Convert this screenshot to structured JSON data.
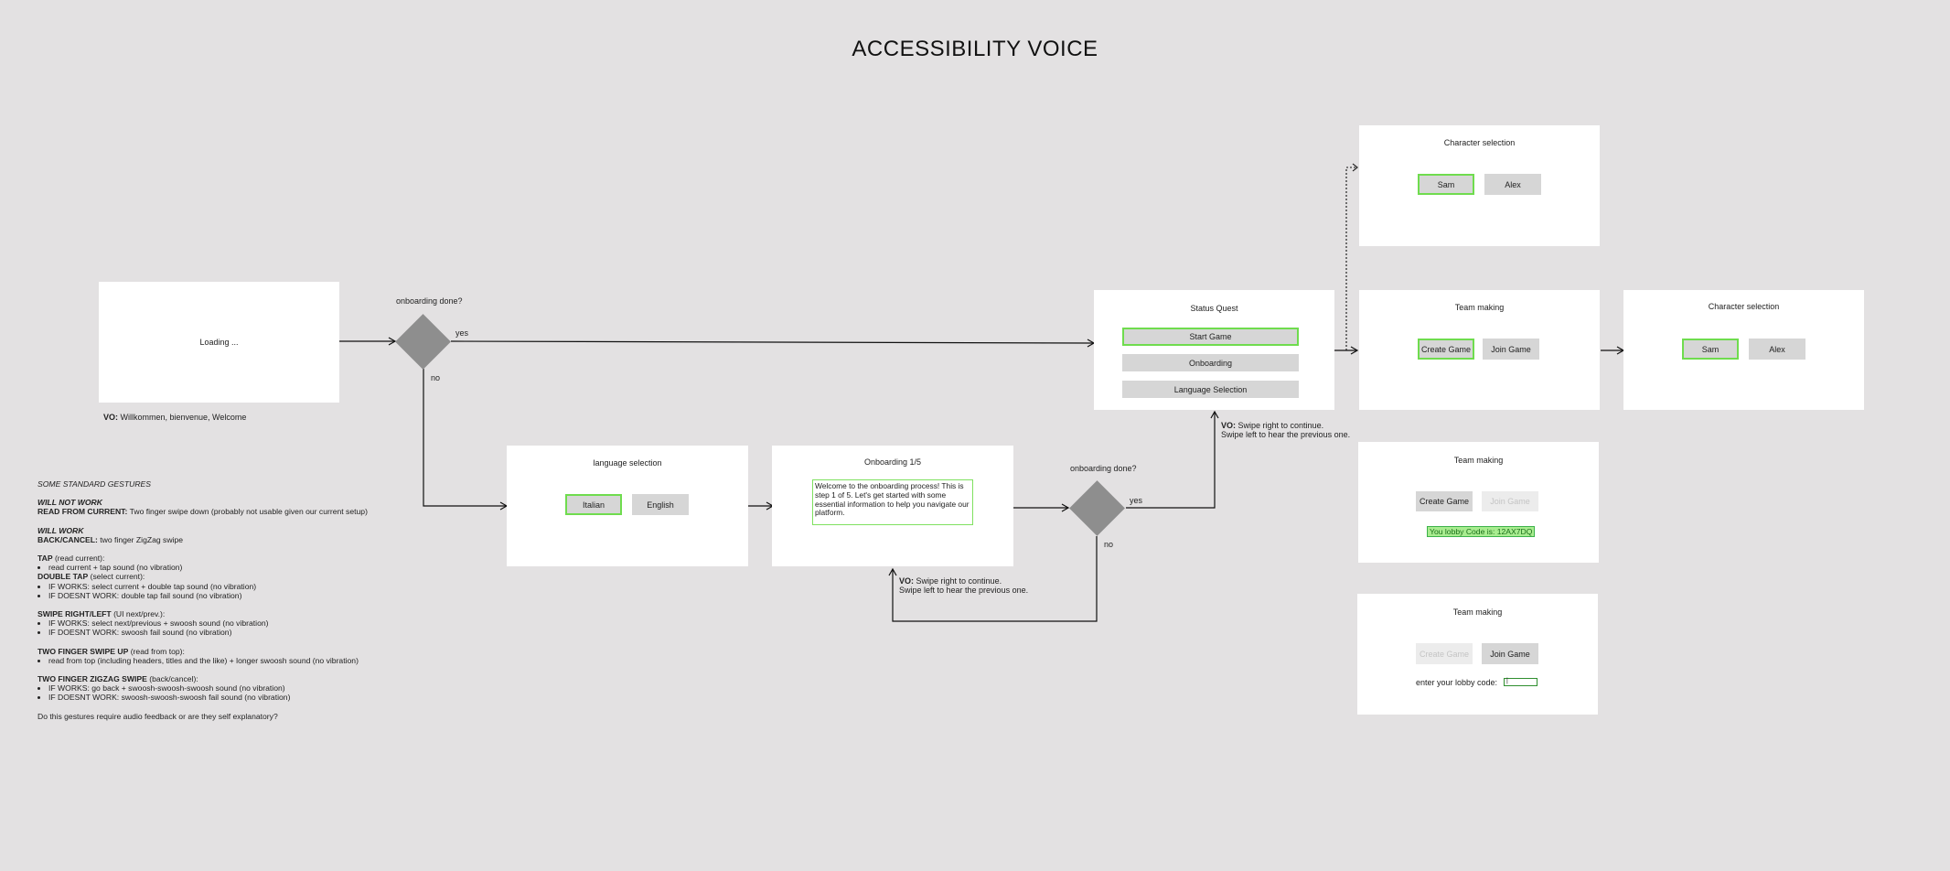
{
  "title": "ACCESSIBILITY VOICE",
  "loading": {
    "label": "Loading ..."
  },
  "vo_welcome": {
    "label": "VO:",
    "text": " Willkommen, bienvenue, Welcome"
  },
  "decision1": {
    "question": "onboarding done?",
    "yes": "yes",
    "no": "no"
  },
  "decision2": {
    "question": "onboarding done?",
    "yes": "yes",
    "no": "no"
  },
  "language_selection": {
    "title": "language selection",
    "italian": "Italian",
    "english": "English"
  },
  "onboarding": {
    "title": "Onboarding 1/5",
    "text": "Welcome to the onboarding process! This is step 1 of 5. Let's get started with some essential information to help you navigate our platform."
  },
  "vo_onboarding": {
    "label": "VO:",
    "line1": " Swipe right to continue.",
    "line2": "Swipe left to hear the previous one."
  },
  "status_quest": {
    "title": "Status Quest",
    "start": "Start Game",
    "onboarding": "Onboarding",
    "language": "Language Selection"
  },
  "vo_status": {
    "label": "VO:",
    "line1": " Swipe right to continue.",
    "line2": "Swipe left to hear the previous one."
  },
  "character_top": {
    "title": "Character selection",
    "sam": "Sam",
    "alex": "Alex"
  },
  "team_making_1": {
    "title": "Team making",
    "create": "Create Game",
    "join": "Join Game"
  },
  "character_right": {
    "title": "Character selection",
    "sam": "Sam",
    "alex": "Alex"
  },
  "team_making_2": {
    "title": "Team making",
    "create": "Create Game",
    "join": "Join Game",
    "lobby": "You lobby Code is: 12AX7DQ"
  },
  "team_making_3": {
    "title": "Team making",
    "create": "Create Game",
    "join": "Join Game",
    "enter_code": "enter your lobby code:"
  },
  "gestures": {
    "heading": "SOME STANDARD GESTURES",
    "will_not_work": "WILL NOT WORK",
    "read_current_label": "READ FROM CURRENT:",
    "read_current_text": " Two finger swipe down (probably not usable given our current setup)",
    "will_work": "WILL WORK",
    "back_cancel_label": "BACK/CANCEL:",
    "back_cancel_text": " two finger ZigZag swipe",
    "tap_label": "TAP",
    "tap_text": " (read current):",
    "tap_item": "read current + tap sound (no vibration)",
    "double_tap_label": "DOUBLE TAP",
    "double_tap_text": " (select current):",
    "double_tap_item1": "IF WORKS: select current + double tap sound (no vibration)",
    "double_tap_item2": "IF DOESNT WORK: double tap fail sound (no vibration)",
    "swipe_label": "SWIPE RIGHT/LEFT",
    "swipe_text": " (UI next/prev.):",
    "swipe_item1": "IF WORKS: select next/previous + swoosh sound (no vibration)",
    "swipe_item2": "IF DOESNT WORK: swoosh fail sound (no vibration)",
    "two_up_label": "TWO FINGER SWIPE UP",
    "two_up_text": " (read from top):",
    "two_up_item": "read from top (including headers, titles and the like) + longer swoosh sound (no vibration)",
    "zigzag_label": "TWO FINGER ZIGZAG SWIPE",
    "zigzag_text": " (back/cancel):",
    "zigzag_item1": "IF WORKS: go back + swoosh-swoosh-swoosh sound (no vibration)",
    "zigzag_item2": "IF DOESNT WORK: swoosh-swoosh-swoosh fail sound (no vibration)",
    "question": "Do this gestures require audio feedback or are they self explanatory?"
  }
}
